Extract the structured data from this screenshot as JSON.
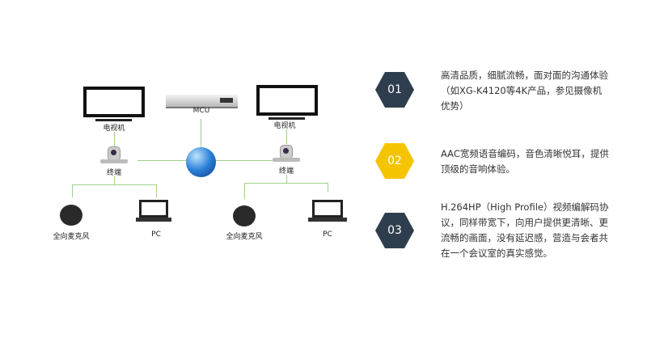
{
  "diagram": {
    "mcu_label": "MCU",
    "left": {
      "tv_label": "电视机",
      "terminal_label": "终端",
      "mic_label": "全向麦克风",
      "pc_label": "PC"
    },
    "right": {
      "tv_label": "电视机",
      "terminal_label": "终端",
      "mic_label": "全向麦克风",
      "pc_label": "PC"
    },
    "line_color": "#9fd08a"
  },
  "features": [
    {
      "number": "01",
      "color": "#2f3e4e",
      "text": "高清品质，细腻流畅，面对面的沟通体验（如XG-K4120等4K产品，参见摄像机优势）"
    },
    {
      "number": "02",
      "color": "#f5c400",
      "text": "AAC宽频语音编码，音色清晰悦耳，提供顶级的音响体验。"
    },
    {
      "number": "03",
      "color": "#2f3e4e",
      "text": "H.264HP（High Profile）视频编解码协议，同样带宽下，向用户提供更清晰、更流畅的画面，没有延迟感，营造与会者共在一个会议室的真实感觉。"
    }
  ]
}
